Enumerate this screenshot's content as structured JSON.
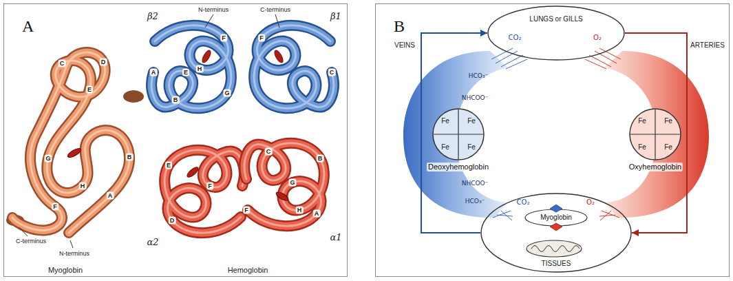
{
  "diagram": {
    "nodes": [
      {
        "text": [
          "A"
        ]
      },
      {
        "text": [
          "B"
        ]
      },
      {
        "text": [
          "LUNGS or GILLS"
        ],
        "in": 1
      },
      {
        "text": [
          "Fe",
          "Fe",
          "Fe",
          "Fe",
          "Deoxyhemoglobin"
        ],
        "in": 1
      },
      {
        "text": [
          "Fe",
          "Fe",
          "Fe",
          "Fe",
          "Oxyhemoglobin"
        ],
        "in": 1
      },
      {
        "text": [
          "TISSUES"
        ],
        "in": 1
      },
      {
        "text": [
          "Myoglobin"
        ],
        "in": 5
      }
    ],
    "edges": [
      {
        "from": 5,
        "to": 2,
        "arrow": "to"
      },
      {
        "from": 2,
        "to": 5,
        "arrow": "to"
      }
    ],
    "labels": [
      "N-terminus",
      "C-terminus",
      "β2",
      "β1",
      "A",
      "B",
      "E",
      "F",
      "G",
      "H",
      "F",
      "C",
      "D",
      "E",
      "F",
      "A",
      "B",
      "C",
      "G",
      "F",
      "H",
      "α2",
      "α1",
      "Hemoglobin",
      "D",
      "C",
      "E",
      "B",
      "A",
      "G",
      "H",
      "F",
      "C-terminus",
      "N-terminus",
      "Myoglobin",
      "CO₂",
      "O₂",
      "VEINS",
      "ARTERIES",
      "HCO₃⁻",
      "NHCOO⁻",
      "NHCOO⁻",
      "HCO₃⁻",
      "CO₂",
      "O₂"
    ]
  }
}
